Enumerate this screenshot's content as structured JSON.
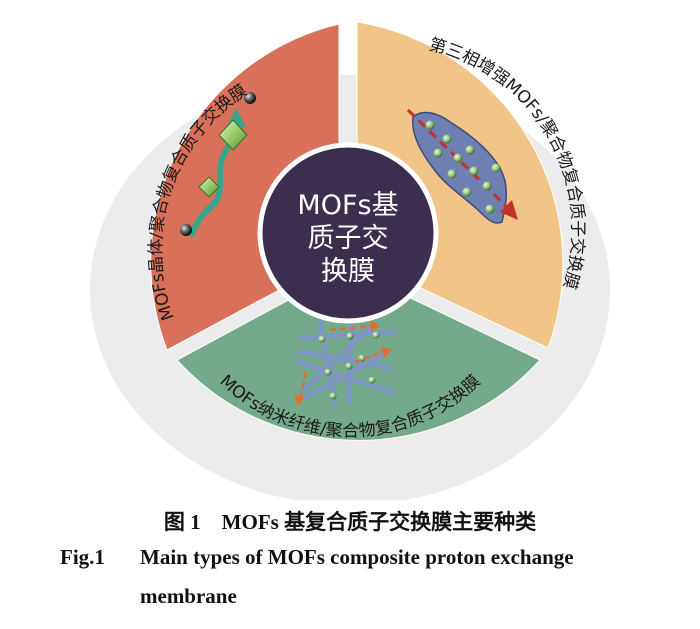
{
  "center": {
    "line1": "MOFs基",
    "line2": "质子交",
    "line3": "换膜"
  },
  "segments": {
    "left": {
      "label": "MOFs晶体/聚合物复合质子交换膜",
      "color": "#d9715a"
    },
    "right": {
      "label": "第三相增强MOFs/聚合物复合质子交换膜",
      "color": "#f1c488"
    },
    "bottom": {
      "label": "MOFs纳米纤维/聚合物复合质子交换膜",
      "color": "#74a98c"
    }
  },
  "center_color": "#3b2e4e",
  "caption": {
    "cn": "图 1　MOFs 基复合质子交换膜主要种类",
    "en_label": "Fig.1",
    "en_line1": "Main types of MOFs composite proton exchange",
    "en_line2": "membrane"
  }
}
